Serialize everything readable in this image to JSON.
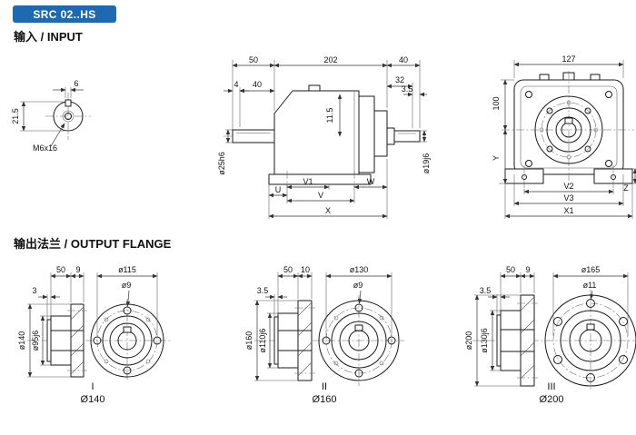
{
  "page": {
    "badge": "SRC 02..HS",
    "input_section_label": "输入 / INPUT",
    "output_section_label": "输出法兰 / OUTPUT FLANGE"
  },
  "shaft_detail": {
    "height": "21.5",
    "key_width": "6",
    "tap": "M6x16"
  },
  "side_view": {
    "len_shaft_out": "50",
    "len_housing": "202",
    "len_shaft_in": "40",
    "dim_4": "4",
    "dim_40": "40",
    "dim_32": "32",
    "dim_3_5": "3.5",
    "dim_11_5": "11.5",
    "shaft_out_dia": "ø25h6",
    "shaft_in_dia": "ø19j6",
    "dim_u": "U",
    "dim_v1": "V1",
    "dim_v": "V",
    "dim_w": "W",
    "dim_x": "X"
  },
  "front_view": {
    "width": "127",
    "height_top": "100",
    "dim_y": "Y",
    "dim_z": "Z",
    "dim_v2": "V2",
    "dim_v3": "V3",
    "dim_x1": "X1"
  },
  "flanges": [
    {
      "numeral": "I",
      "size": "Ø140",
      "length": "50",
      "thickness": "9",
      "bolt_circle": "ø115",
      "step": "3",
      "bolt_hole": "ø9",
      "outer_dia": "ø140",
      "pilot_dia": "ø95j6"
    },
    {
      "numeral": "II",
      "size": "Ø160",
      "length": "50",
      "thickness": "10",
      "bolt_circle": "ø130",
      "step": "3.5",
      "bolt_hole": "ø9",
      "outer_dia": "ø160",
      "pilot_dia": "ø110j6"
    },
    {
      "numeral": "III",
      "size": "Ø200",
      "length": "50",
      "thickness": "9",
      "bolt_circle": "ø165",
      "step": "3.5",
      "bolt_hole": "ø11",
      "outer_dia": "ø200",
      "pilot_dia": "ø130j6"
    }
  ],
  "colors": {
    "badge_bg": "#1e69b0",
    "badge_text": "#ffffff",
    "line": "#1a1a1a"
  }
}
